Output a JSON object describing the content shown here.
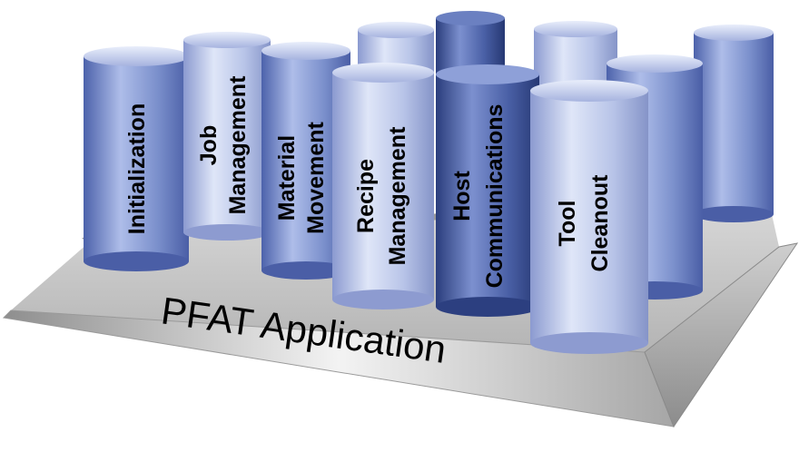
{
  "platform": {
    "label": "PFAT Application"
  },
  "pillars": [
    {
      "id": "initialization",
      "lines": [
        "Initialization"
      ],
      "tone": "medium"
    },
    {
      "id": "job-management",
      "lines": [
        "Job",
        "Management"
      ],
      "tone": "light"
    },
    {
      "id": "material-movement",
      "lines": [
        "Material",
        "Movement"
      ],
      "tone": "medium"
    },
    {
      "id": "recipe-management",
      "lines": [
        "Recipe",
        "Management"
      ],
      "tone": "light"
    },
    {
      "id": "host-communications",
      "lines": [
        "Host",
        "Communications"
      ],
      "tone": "dark"
    },
    {
      "id": "tool-cleanout",
      "lines": [
        "Tool",
        "Cleanout"
      ],
      "tone": "light"
    }
  ],
  "colors": {
    "light": "#b7c3e6",
    "medium": "#7a8fcb",
    "dark": "#3e5596",
    "platform": "#b9b9b9"
  }
}
